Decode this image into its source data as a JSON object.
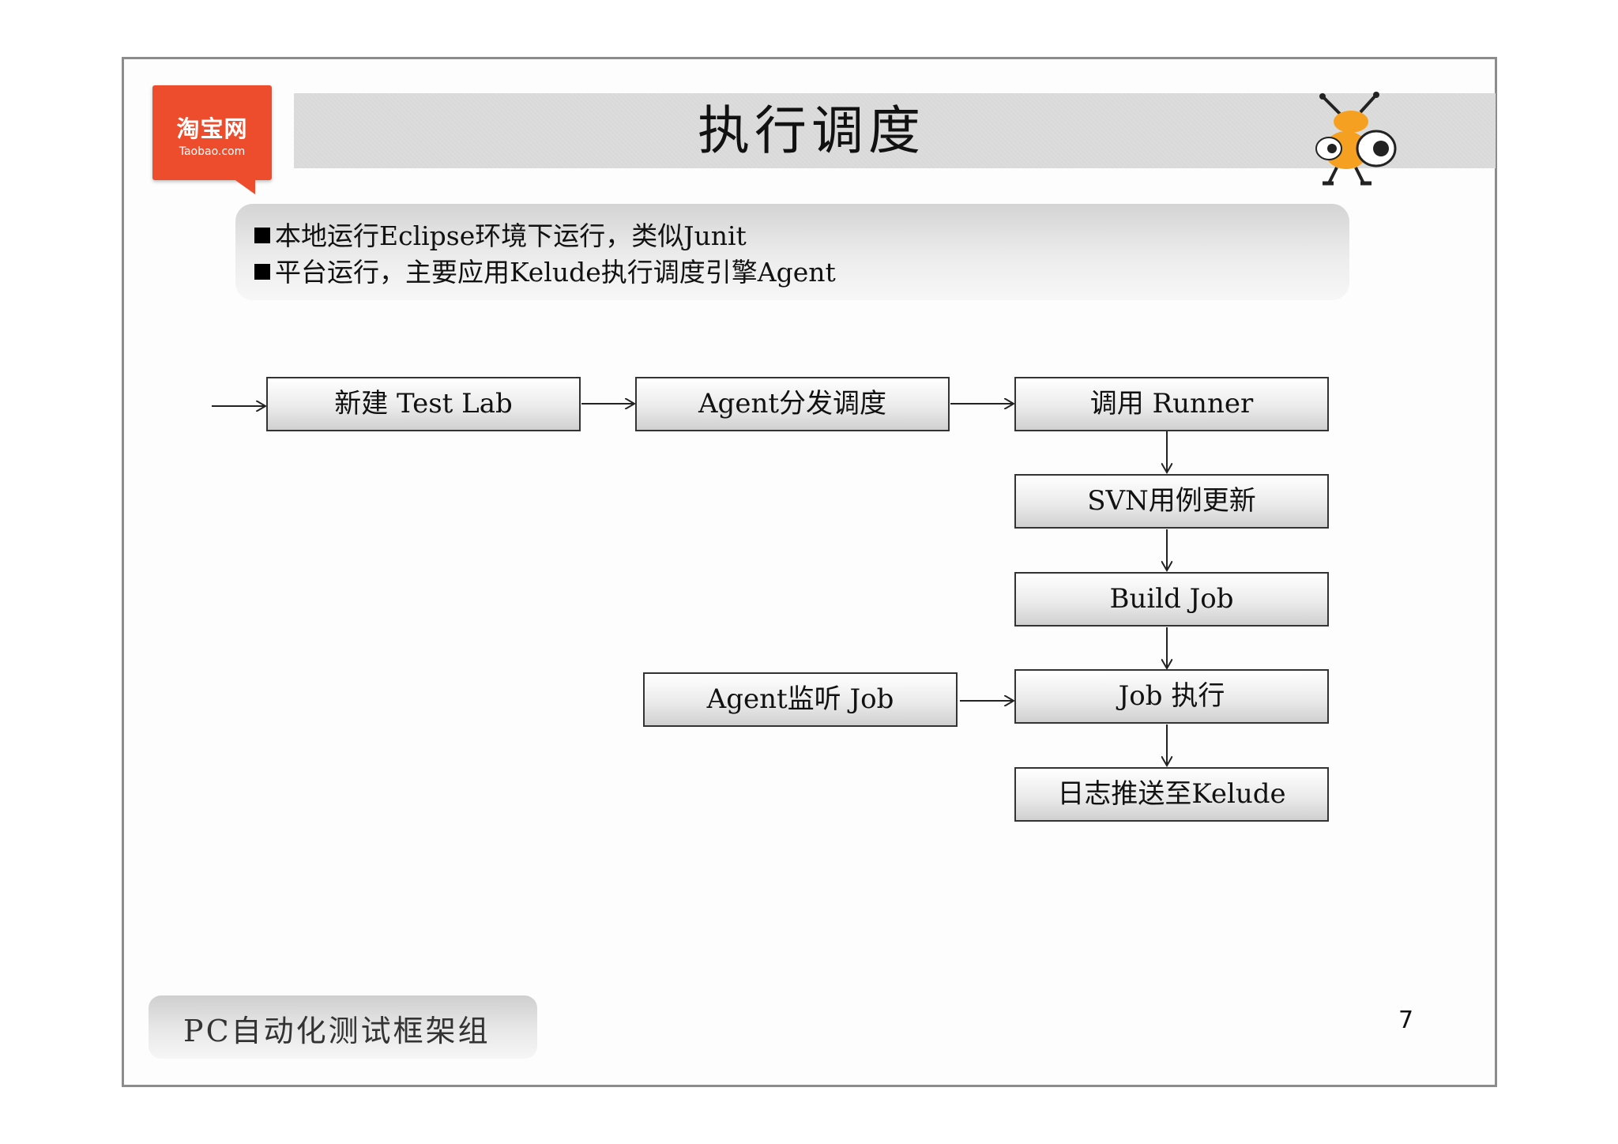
{
  "header": {
    "logo_cn": "淘宝网",
    "logo_en": "Taobao.com",
    "title": "执行调度"
  },
  "info": {
    "bullet1": "本地运行Eclipse环境下运行，类似Junit",
    "bullet2": "平台运行，主要应用Kelude执行调度引擎Agent"
  },
  "flow": {
    "new_lab": "新建 Test Lab",
    "agent_dispatch": "Agent分发调度",
    "call_runner": "调用 Runner",
    "svn_update": "SVN用例更新",
    "build_job": "Build Job",
    "agent_listen": "Agent监听 Job",
    "job_exec": "Job 执行",
    "log_push": "日志推送至Kelude"
  },
  "footer": {
    "group": "PC自动化测试框架组",
    "page": "7"
  },
  "colors": {
    "logo": "#ee4d2d",
    "border": "#8c8c8c"
  }
}
